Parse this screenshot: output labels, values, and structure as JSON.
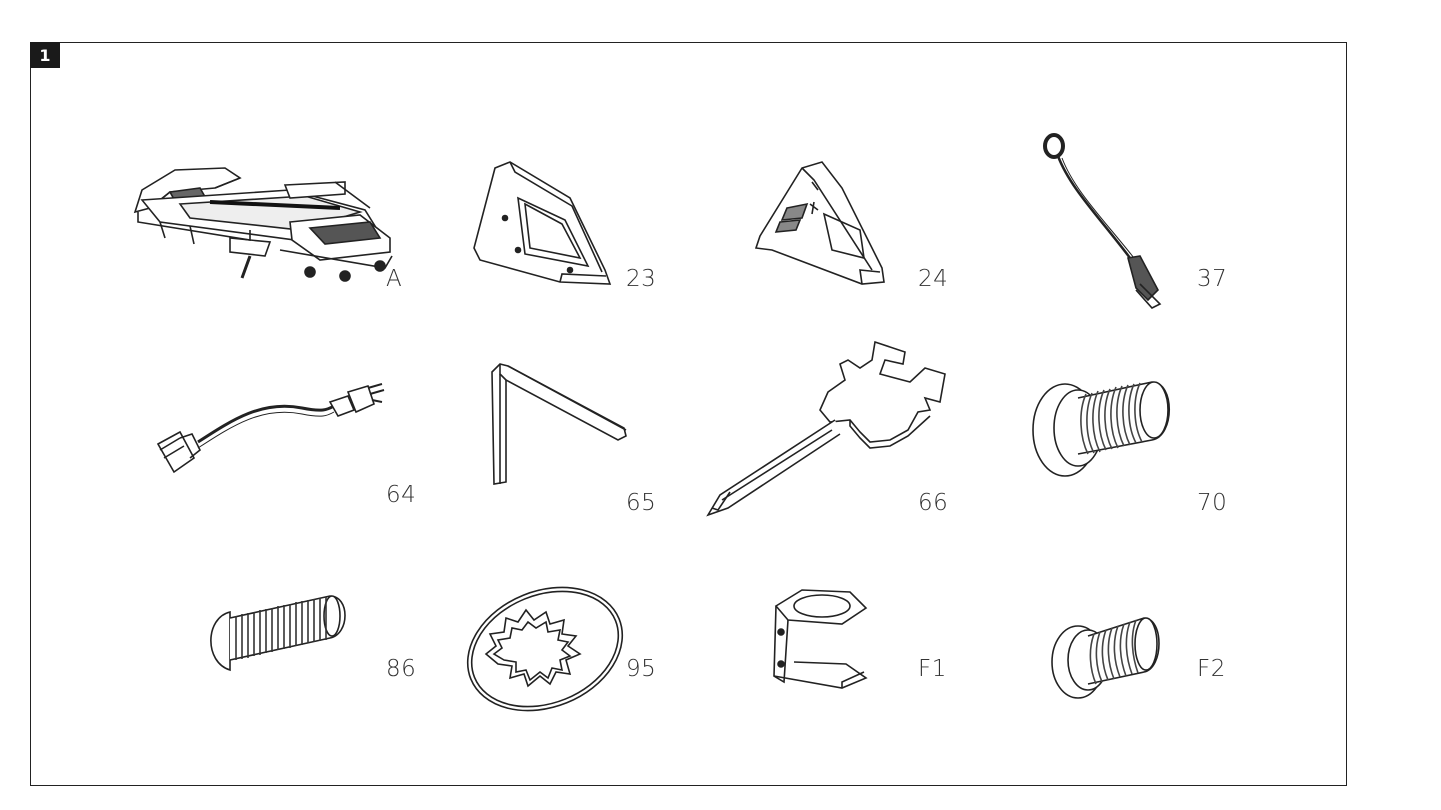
{
  "figure": {
    "number": "1"
  },
  "parts": [
    {
      "id": "A",
      "icon": "treadmill-icon"
    },
    {
      "id": "23",
      "icon": "left-side-cover-icon"
    },
    {
      "id": "24",
      "icon": "right-side-cover-icon"
    },
    {
      "id": "37",
      "icon": "safety-key-clip-icon"
    },
    {
      "id": "64",
      "icon": "power-cord-icon"
    },
    {
      "id": "65",
      "icon": "allen-key-icon"
    },
    {
      "id": "66",
      "icon": "multi-tool-wrench-icon"
    },
    {
      "id": "70",
      "icon": "bolt-icon"
    },
    {
      "id": "86",
      "icon": "long-bolt-icon"
    },
    {
      "id": "95",
      "icon": "lock-washer-icon"
    },
    {
      "id": "F1",
      "icon": "bracket-icon"
    },
    {
      "id": "F2",
      "icon": "short-bolt-icon"
    }
  ]
}
